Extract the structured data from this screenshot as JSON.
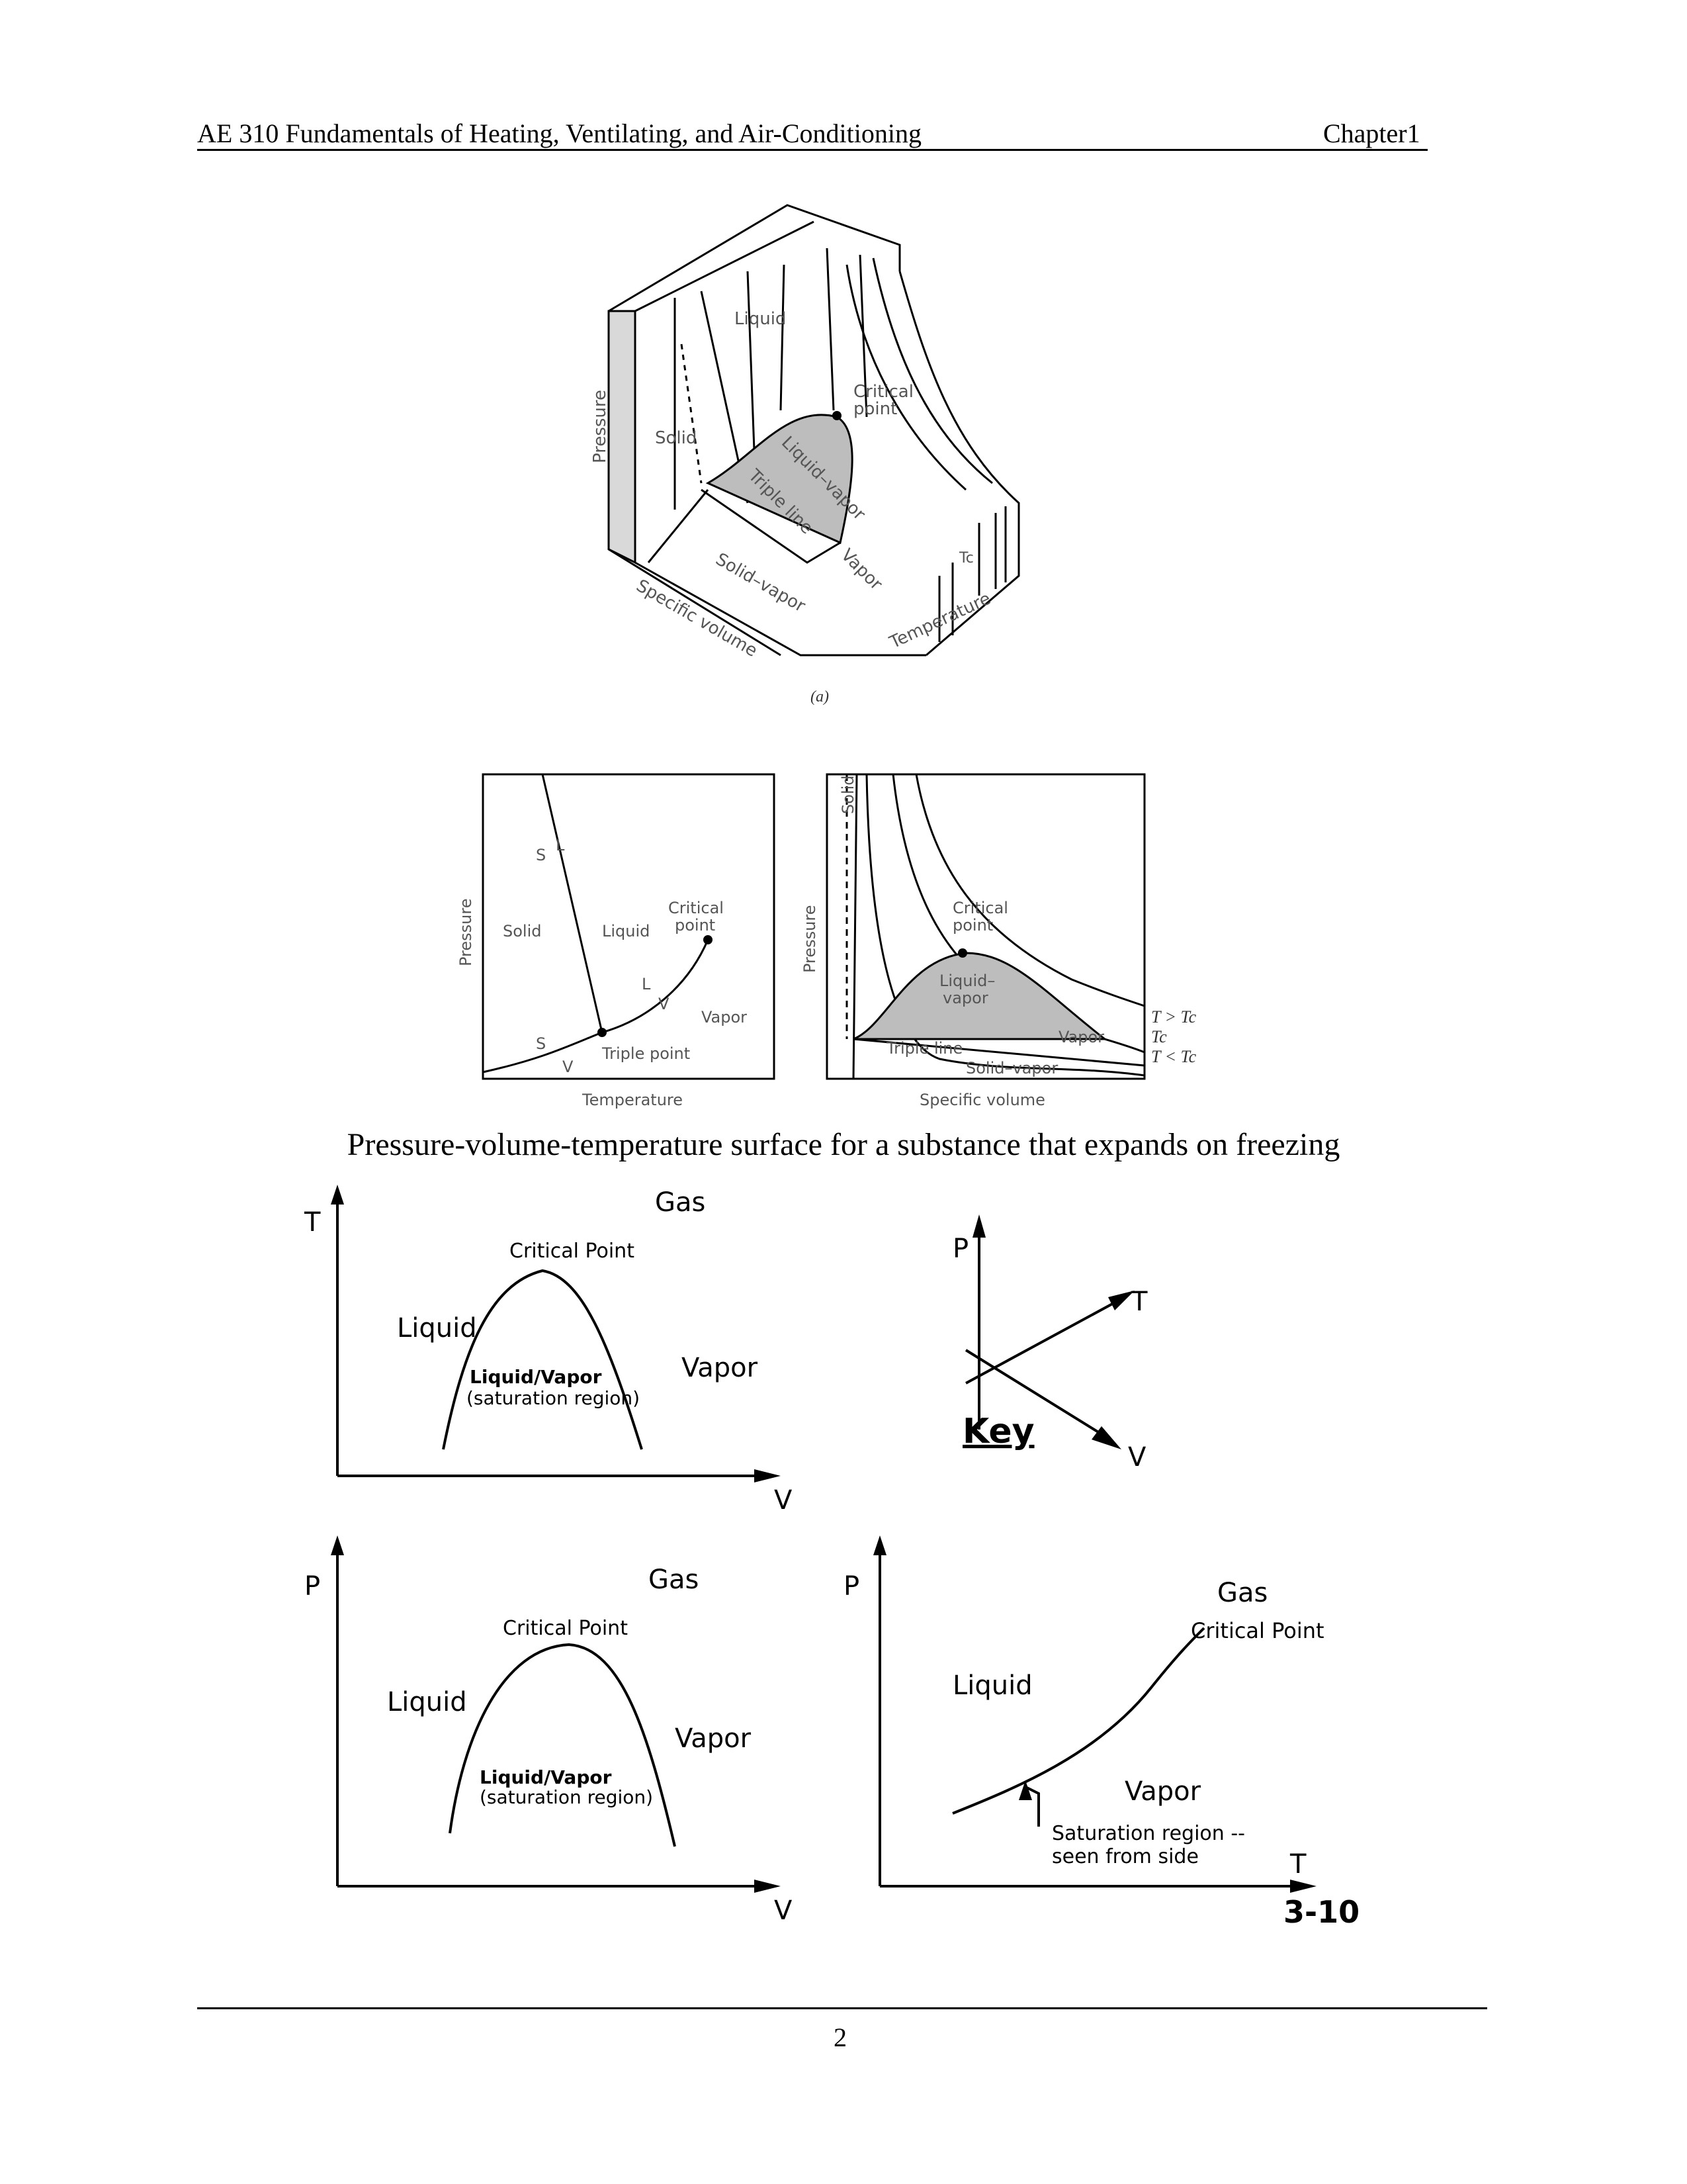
{
  "header": {
    "course_title": "AE 310 Fundamentals of Heating, Ventilating, and Air-Conditioning",
    "chapter": "Chapter1"
  },
  "figure_3d": {
    "labels": {
      "liquid": "Liquid",
      "solid": "Solid",
      "critical": "Critical",
      "point": "point",
      "liquid_vapor": "Liquid–vapor",
      "triple_line": "Triple line",
      "solid_vapor": "Solid–vapor",
      "vapor": "Vapor",
      "tc": "Tc",
      "pressure": "Pressure",
      "specific_volume": "Specific volume",
      "temperature": "Temperature"
    },
    "caption": "(a)"
  },
  "figure_pt": {
    "labels": {
      "s_top": "S",
      "l_top": "L",
      "solid": "Solid",
      "liquid": "Liquid",
      "critical": "Critical",
      "point": "point",
      "l_mid": "L",
      "v_mid": "V",
      "vapor": "Vapor",
      "s_bot": "S",
      "v_bot": "V",
      "triple_point": "Triple point",
      "pressure": "Pressure",
      "temperature": "Temperature"
    }
  },
  "figure_pv": {
    "labels": {
      "solid": "Solid",
      "critical": "Critical",
      "point": "point",
      "liquid": "Liquid–",
      "vapor_word": "vapor",
      "triple_line": "Triple line",
      "vapor": "Vapor",
      "solid_vapor": "Solid–vapor",
      "t_gt": "T > Tc",
      "tc": "Tc",
      "t_lt": "T < Tc",
      "pressure": "Pressure",
      "specific_volume": "Specific volume"
    }
  },
  "caption": "Pressure-volume-temperature surface for a substance that expands on freezing",
  "sketch_tv": {
    "t_axis": "T",
    "v_axis": "V",
    "gas": "Gas",
    "critical_point": "Critical Point",
    "liquid": "Liquid",
    "region": "Liquid/Vapor",
    "region_sub": "(saturation region)",
    "vapor": "Vapor"
  },
  "key": {
    "p": "P",
    "t": "T",
    "v": "V",
    "label": "Key"
  },
  "sketch_pv": {
    "p_axis": "P",
    "v_axis": "V",
    "gas": "Gas",
    "critical_point": "Critical Point",
    "liquid": "Liquid",
    "region": "Liquid/Vapor",
    "region_sub": "(saturation region)",
    "vapor": "Vapor"
  },
  "sketch_pt": {
    "p_axis": "P",
    "t_axis": "T",
    "gas": "Gas",
    "critical_point": "Critical Point",
    "liquid": "Liquid",
    "vapor": "Vapor",
    "saturation_1": "Saturation region --",
    "saturation_2": "seen from side",
    "figure_number": "3-10"
  },
  "footer": {
    "page_number": "2"
  }
}
